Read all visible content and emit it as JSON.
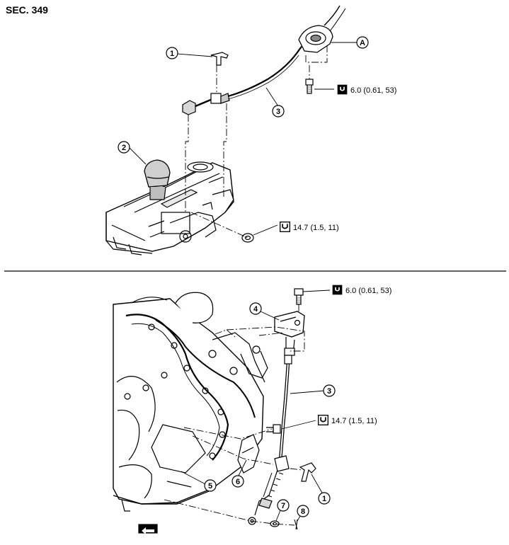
{
  "section": {
    "title": "SEC. 349"
  },
  "upper_view": {
    "callouts": [
      {
        "id": "u1",
        "label": "1"
      },
      {
        "id": "u2",
        "label": "2"
      },
      {
        "id": "u3",
        "label": "3"
      },
      {
        "id": "uA",
        "label": "A"
      }
    ],
    "torques": [
      {
        "id": "ut1",
        "value": "6.0 (0.61, 53)"
      },
      {
        "id": "ut2",
        "value": "14.7 (1.5, 11)"
      }
    ]
  },
  "lower_view": {
    "callouts": [
      {
        "id": "l4",
        "label": "4"
      },
      {
        "id": "l3",
        "label": "3"
      },
      {
        "id": "l5",
        "label": "5"
      },
      {
        "id": "l6",
        "label": "6"
      },
      {
        "id": "l1",
        "label": "1"
      },
      {
        "id": "l7",
        "label": "7"
      },
      {
        "id": "l8",
        "label": "8"
      }
    ],
    "torques": [
      {
        "id": "lt1",
        "value": "6.0 (0.61, 53)"
      },
      {
        "id": "lt2",
        "value": "14.7 (1.5, 11)"
      }
    ]
  },
  "icons": {
    "torque_icon": "torque-wrench-icon",
    "front_icon": "front-arrow-icon"
  }
}
